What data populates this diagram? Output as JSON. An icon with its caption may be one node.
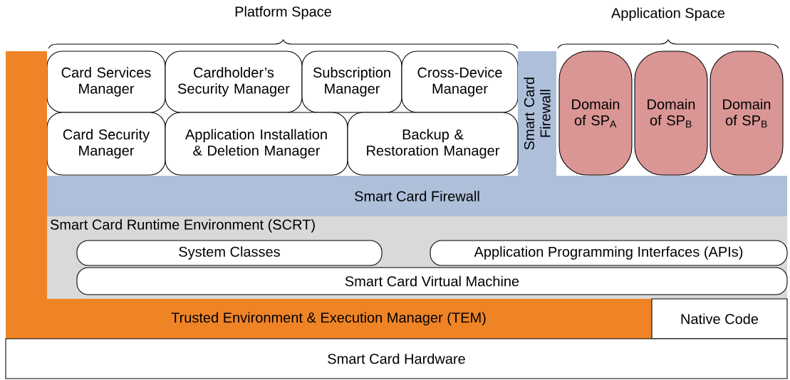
{
  "diagram": {
    "nodes": [
      {
        "text": [
          "Card Services Manager"
        ]
      },
      {
        "text": [
          "Cardholder’s Security Manager"
        ]
      },
      {
        "text": [
          "Subscription Manager"
        ]
      },
      {
        "text": [
          "Cross-Device Manager"
        ]
      },
      {
        "text": [
          "Smart Card Firewall"
        ]
      },
      {
        "text": [
          "Domain of SP$_{A}$"
        ]
      },
      {
        "text": [
          "Domain of SP$_{B}$"
        ]
      },
      {
        "text": [
          "Domain of SP$_{B}$"
        ]
      },
      {
        "text": [
          "Card Security Manager"
        ]
      },
      {
        "text": [
          "Application Installation & Deletion Manager"
        ]
      },
      {
        "text": [
          "Backup & Restoration Manager"
        ]
      },
      {
        "text": [
          "Smart Card Firewall"
        ]
      },
      {
        "text": [
          "Smart Card Runtime Environment (SCRT)"
        ]
      },
      {
        "text": [
          "System Classes"
        ],
        "in": 12
      },
      {
        "text": [
          "Application Programming Interfaces (APIs)"
        ],
        "in": 12
      },
      {
        "text": [
          "Smart Card Virtual Machine"
        ],
        "in": 12
      },
      {
        "text": [
          "Trusted Environment & Execution Manager (TEM)"
        ]
      },
      {
        "text": [
          "Native Code"
        ]
      },
      {
        "text": [
          "Smart Card Hardware"
        ]
      },
      {
        "text": [],
        "shape": "bar"
      }
    ],
    "labels": [
      "Platform Space",
      "Application Space"
    ]
  }
}
